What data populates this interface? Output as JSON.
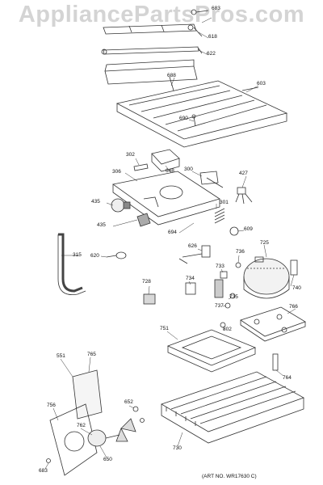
{
  "watermark": "AppliancePartsPros.com",
  "art_number": "(ART NO. WR17630 C)",
  "callouts": {
    "c683_top": "683",
    "c618": "618",
    "c622": "622",
    "c688": "688",
    "c603": "603",
    "c690": "690",
    "c302": "302",
    "c306": "306",
    "c648": "648",
    "c300": "300",
    "c427": "427",
    "c435_a": "435",
    "c301": "301",
    "c435_b": "435",
    "c694": "694",
    "c609": "609",
    "c315": "315",
    "c620": "620",
    "c626": "626",
    "c736": "736",
    "c725": "725",
    "c733": "733",
    "c728": "728",
    "c734": "734",
    "c735": "735",
    "c740": "740",
    "c737": "737",
    "c766": "766",
    "c751": "751",
    "c802": "802",
    "c551": "551",
    "c765": "765",
    "c764": "764",
    "c756": "756",
    "c762": "762",
    "c652": "652",
    "c730": "730",
    "c650": "650",
    "c683_bottom": "683"
  },
  "colors": {
    "line": "#333333",
    "shade": "#bdbdbd",
    "watermark": "#d4d4d4"
  }
}
